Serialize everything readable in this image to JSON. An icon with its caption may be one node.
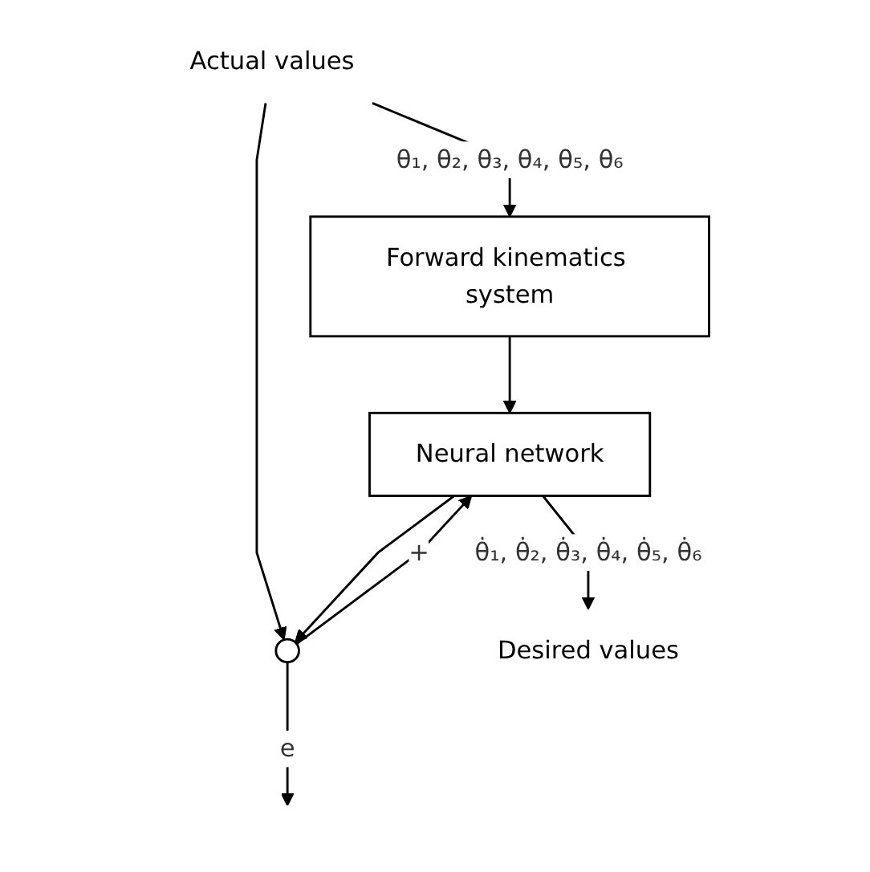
{
  "diagram": {
    "nodes": [
      {
        "text": [
          "Actual values"
        ]
      },
      {
        "text": [
          "Forward kinematics system"
        ]
      },
      {
        "text": [],
        "shape": "circle"
      },
      {
        "text": [
          "Neural network"
        ]
      },
      {
        "text": [
          "Desired values"
        ]
      }
    ],
    "edges": [
      {
        "from": 0,
        "to": 1,
        "arrow": "to",
        "label": "θ₁, θ₂, θ₃, θ₄, θ₅, θ₆"
      },
      {
        "from": 0,
        "to": 2,
        "arrow": "to"
      },
      {
        "from": 1,
        "to": 3,
        "arrow": "to"
      },
      {
        "from": 2,
        "to": null,
        "arrow": "to",
        "label": "e"
      },
      {
        "from": 2,
        "to": 3,
        "arrow": "to",
        "label": "+"
      },
      {
        "from": 3,
        "to": 4,
        "arrow": "to",
        "label": "θ̇₁, θ̇₂, θ̇₃, θ̇₄, θ̇₅, θ̇₆"
      },
      {
        "from": 3,
        "to": 2,
        "arrow": "to"
      }
    ]
  }
}
